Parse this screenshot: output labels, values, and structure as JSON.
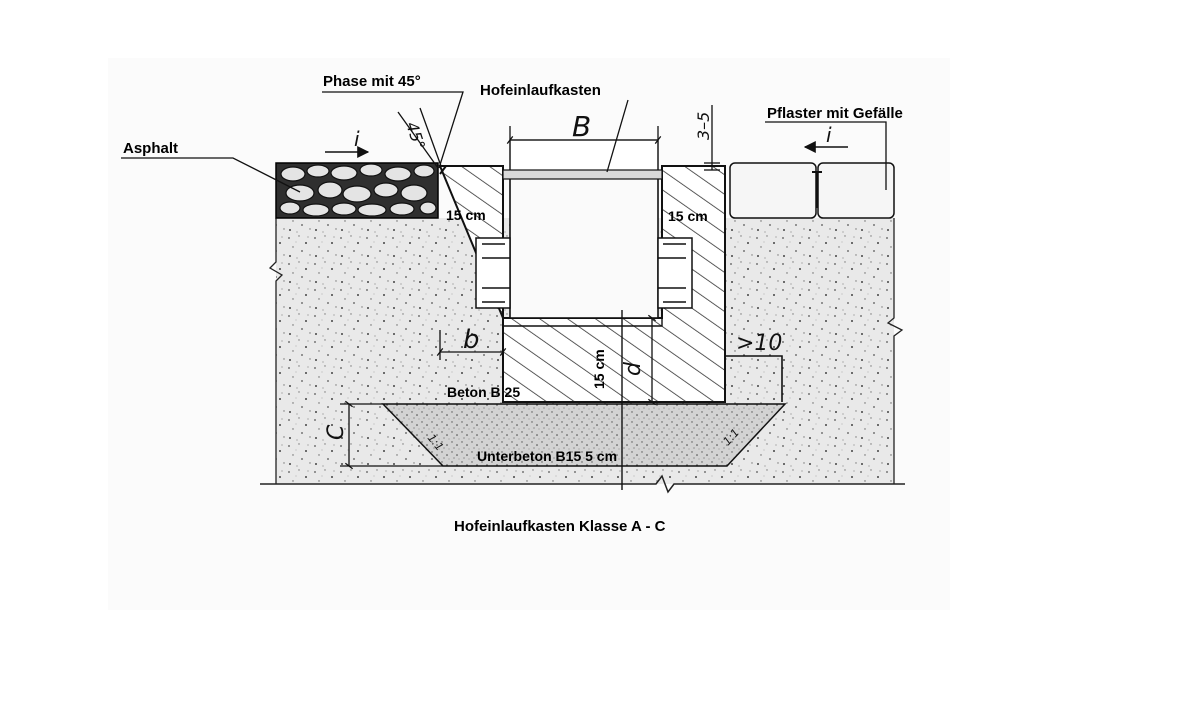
{
  "labels": {
    "phase": "Phase mit 45°",
    "box": "Hofeinlaufkasten",
    "paving": "Pflaster mit Gefälle",
    "asphalt": "Asphalt",
    "wall_left": "15 cm",
    "wall_right": "15 cm",
    "bottom_thickness": "15 cm",
    "concrete": "Beton B 25",
    "subconcrete": "Unterbeton B15  5 cm",
    "caption": "Hofeinlaufkasten Klasse A - C"
  },
  "dims": {
    "B": "B",
    "b": "b",
    "d": "d",
    "C": "C",
    "top_gap": "3–5",
    "angle": "45°",
    "overhang": ">10",
    "slope_left": "i",
    "slope_right": "i",
    "ratio_left": "1:1",
    "ratio_right": "1:1"
  }
}
